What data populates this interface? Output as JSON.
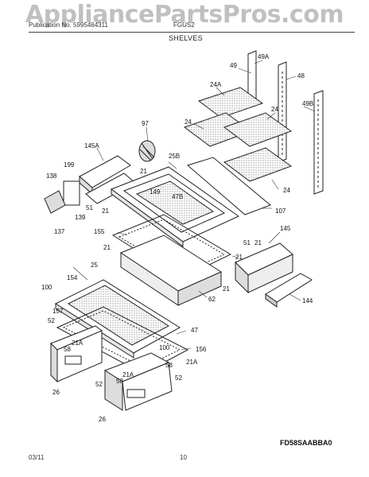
{
  "watermark": "AppliancePartsPros.com",
  "header": {
    "left": "Publication No. 5995464311",
    "middle": "FGUS2",
    "title": "SHELVES"
  },
  "part_labels": [
    "49",
    "49A",
    "48",
    "24A",
    "49B",
    "24",
    "24",
    "97",
    "145A",
    "25B",
    "138",
    "199",
    "21",
    "149",
    "47B",
    "24",
    "107",
    "139",
    "51",
    "21",
    "137",
    "155",
    "145",
    "51",
    "21",
    "21",
    "21",
    "25",
    "154",
    "62",
    "21",
    "100",
    "157",
    "144",
    "52",
    "47",
    "21A",
    "58",
    "100",
    "156",
    "21A",
    "21A",
    "58",
    "52",
    "52",
    "58",
    "26",
    "26"
  ],
  "model_code": "FD58SAABBA0",
  "footer": {
    "date": "03/11",
    "page": "10"
  },
  "colors": {
    "line": "#222222",
    "shading": "#c8c8c8",
    "watermark": "#8c8c8c"
  }
}
